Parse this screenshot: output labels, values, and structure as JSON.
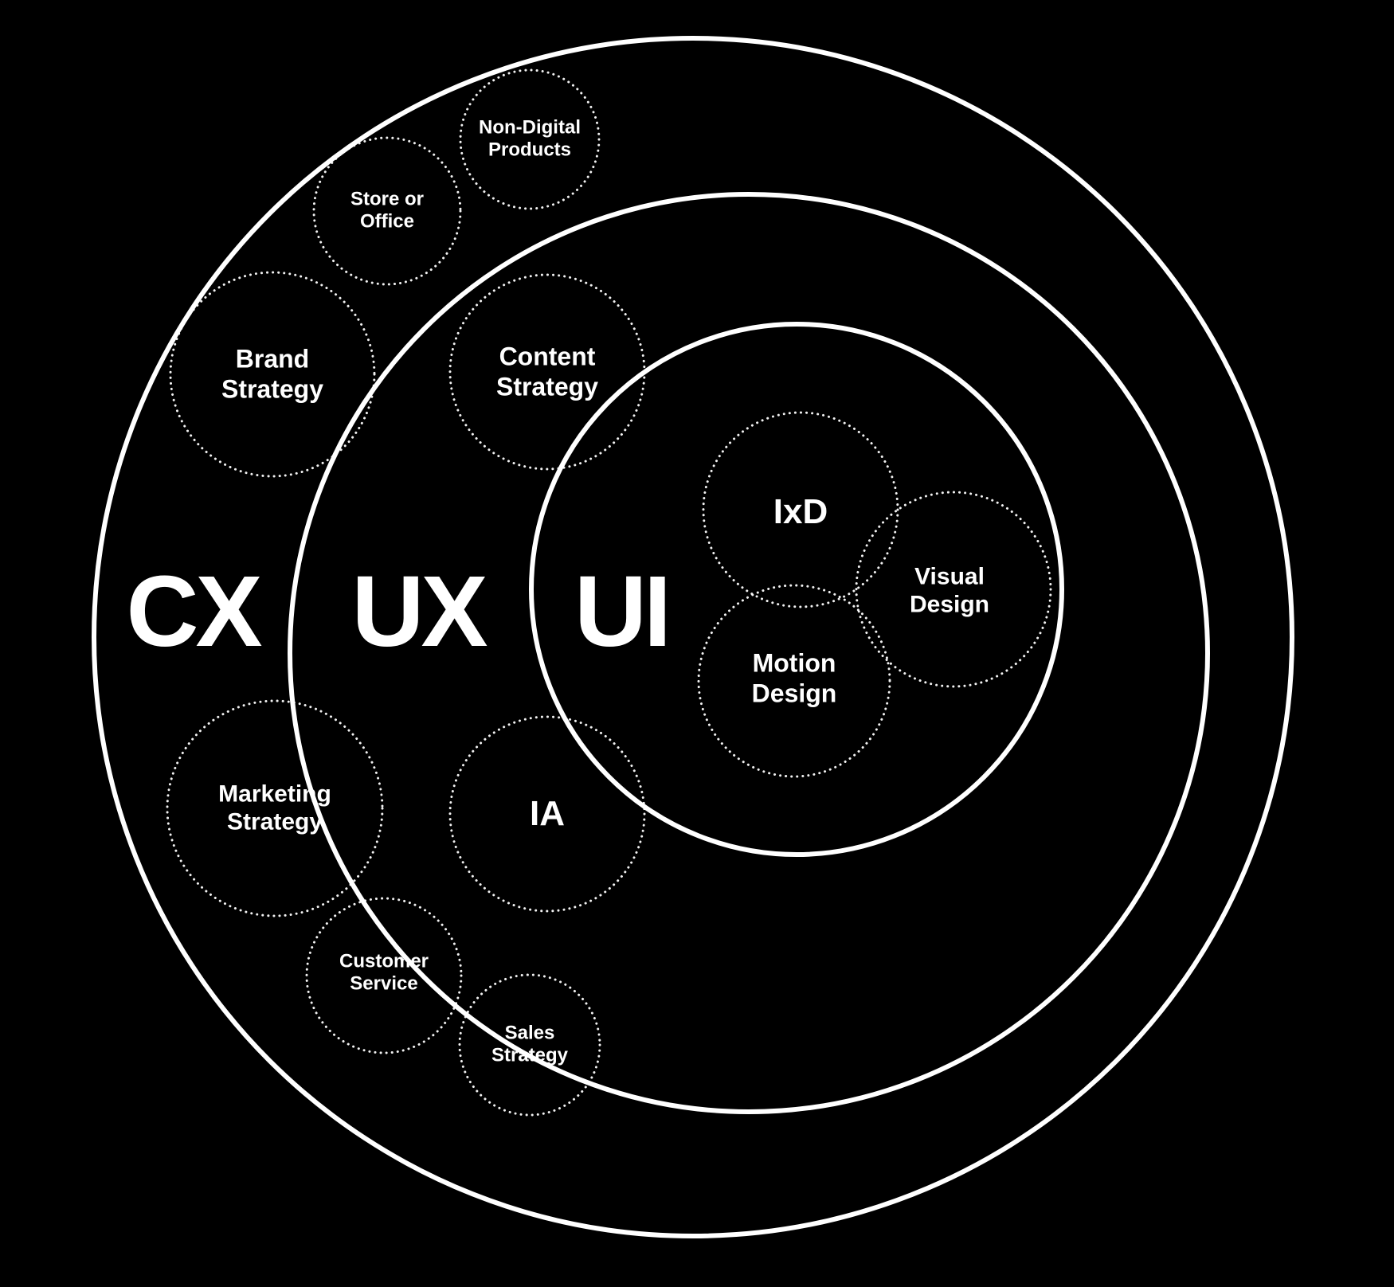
{
  "diagram": {
    "description": "Nested venn diagram of design disciplines: CX contains UX, UX contains UI, with dotted sub-discipline circles",
    "background_color": "#000000",
    "line_color": "#ffffff",
    "text_color": "#ffffff",
    "rings": [
      {
        "id": "cx",
        "label": "CX"
      },
      {
        "id": "ux",
        "label": "UX"
      },
      {
        "id": "ui",
        "label": "UI"
      }
    ],
    "nodes": [
      {
        "id": "non-digital-products",
        "label": "Non-Digital Products",
        "ring": "cx"
      },
      {
        "id": "store-or-office",
        "label": "Store or Office",
        "ring": "cx"
      },
      {
        "id": "brand-strategy",
        "label": "Brand Strategy",
        "ring": "cx"
      },
      {
        "id": "content-strategy",
        "label": "Content Strategy",
        "ring": "ux"
      },
      {
        "id": "ixd",
        "label": "IxD",
        "ring": "ui"
      },
      {
        "id": "visual-design",
        "label": "Visual Design",
        "ring": "ui"
      },
      {
        "id": "motion-design",
        "label": "Motion Design",
        "ring": "ui"
      },
      {
        "id": "marketing-strategy",
        "label": "Marketing Strategy",
        "ring": "cx"
      },
      {
        "id": "ia",
        "label": "IA",
        "ring": "ux"
      },
      {
        "id": "customer-service",
        "label": "Customer Service",
        "ring": "cx"
      },
      {
        "id": "sales-strategy",
        "label": "Sales Strategy",
        "ring": "cx"
      }
    ]
  }
}
